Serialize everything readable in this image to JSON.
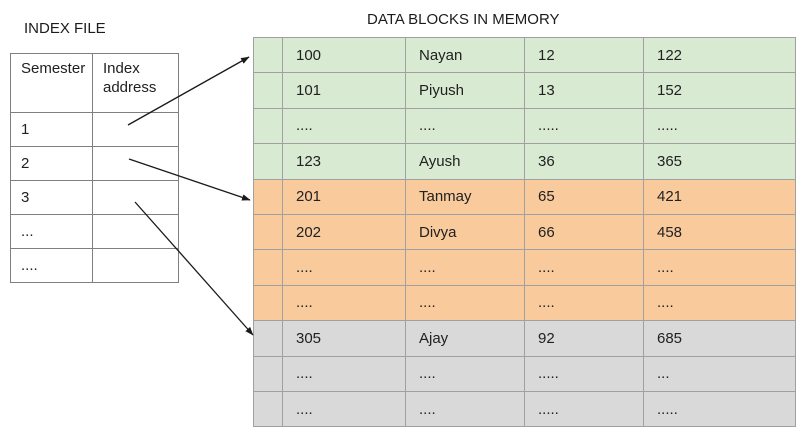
{
  "titles": {
    "index_file": "INDEX FILE",
    "data_blocks": "DATA BLOCKS IN MEMORY"
  },
  "colors": {
    "green": "#d9ead3",
    "orange": "#f9cb9c",
    "gray": "#d9d9d9",
    "index_border": "#7f7f7f",
    "memory_border": "#a0a0a0",
    "arrow": "#1a1a1a"
  },
  "index_table": {
    "headers": [
      "Semester",
      "Index address"
    ],
    "rows": [
      {
        "semester": "1",
        "address": ""
      },
      {
        "semester": "2",
        "address": ""
      },
      {
        "semester": "3",
        "address": ""
      },
      {
        "semester": "...",
        "address": ""
      },
      {
        "semester": "....",
        "address": ""
      }
    ]
  },
  "memory_table": {
    "rows": [
      {
        "color": "green",
        "cells": [
          "100",
          "Nayan",
          "12",
          "122"
        ]
      },
      {
        "color": "green",
        "cells": [
          "101",
          "Piyush",
          "13",
          "152"
        ]
      },
      {
        "color": "green",
        "cells": [
          "....",
          "....",
          ".....",
          "....."
        ]
      },
      {
        "color": "green",
        "cells": [
          "123",
          "Ayush",
          "36",
          "365"
        ]
      },
      {
        "color": "orange",
        "cells": [
          "201",
          "Tanmay",
          "65",
          "421"
        ]
      },
      {
        "color": "orange",
        "cells": [
          "202",
          "Divya",
          "66",
          "458"
        ]
      },
      {
        "color": "orange",
        "cells": [
          "....",
          "....",
          "....",
          "...."
        ]
      },
      {
        "color": "orange",
        "cells": [
          "....",
          "....",
          "....",
          "...."
        ]
      },
      {
        "color": "gray",
        "cells": [
          "305",
          "Ajay",
          "92",
          "685"
        ]
      },
      {
        "color": "gray",
        "cells": [
          "....",
          "....",
          ".....",
          "..."
        ]
      },
      {
        "color": "gray",
        "cells": [
          "....",
          "....",
          ".....",
          "....."
        ]
      }
    ]
  }
}
